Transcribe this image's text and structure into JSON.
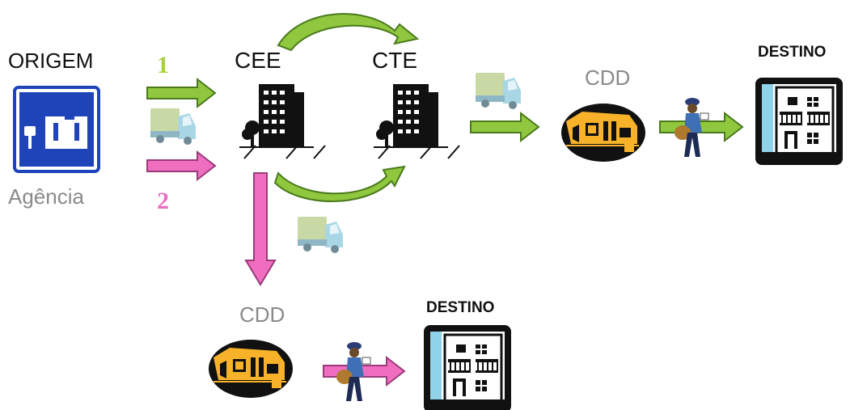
{
  "labels": {
    "origem": "ORIGEM",
    "agencia": "Agência",
    "cee": "CEE",
    "cte": "CTE",
    "cdd_top": "CDD",
    "cdd_bottom": "CDD",
    "destino_top": "DESTINO",
    "destino_bottom": "DESTINO",
    "route_1": "1",
    "route_2": "2"
  },
  "colors": {
    "route_1": "#8fc73e",
    "route_2": "#f06ec0",
    "route_1_label": "#a8cf45",
    "route_2_label": "#e96ec4",
    "agency_blue": "#1f43b8",
    "gray_text": "#8a8a8a",
    "truck": "#a9d6e4",
    "truck_cargo": "#c9d9a6",
    "building": "#111111",
    "depot_orange": "#f7b22a",
    "door_blue": "#8ed3ea"
  },
  "icons": [
    "agency-sign-icon",
    "office-building-icon",
    "delivery-truck-icon",
    "distribution-depot-icon",
    "mail-carrier-icon",
    "destination-house-icon"
  ]
}
